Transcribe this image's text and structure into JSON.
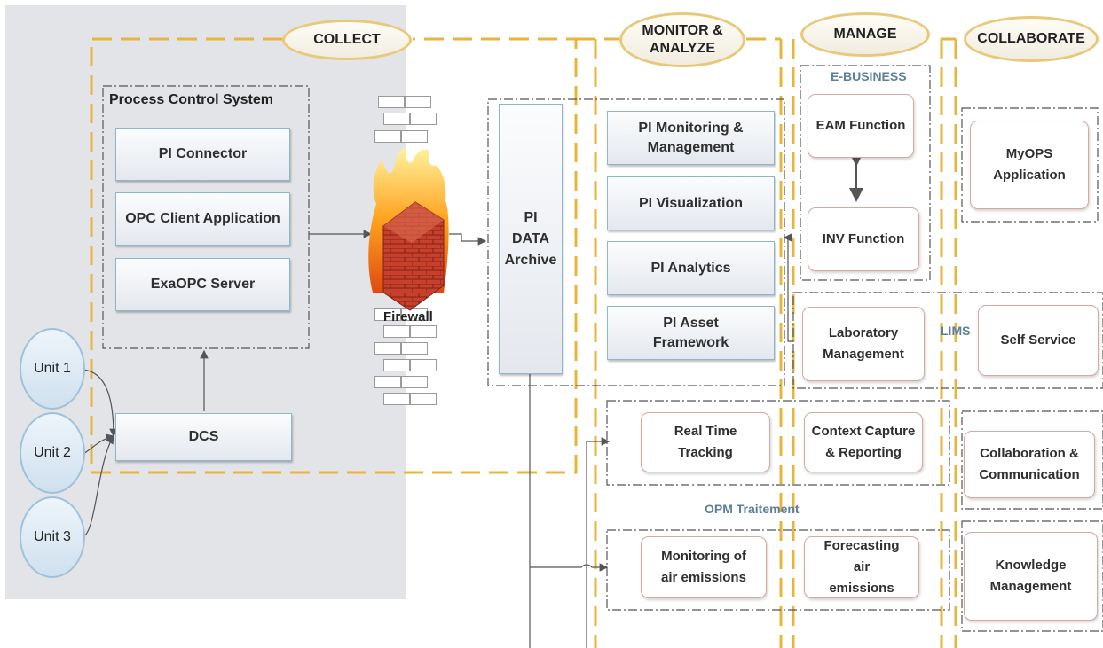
{
  "phases": {
    "collect": "COLLECT",
    "monitor": "MONITOR & ANALYZE",
    "manage": "MANAGE",
    "collaborate": "COLLABORATE"
  },
  "collect": {
    "process_control_system": "Process Control System",
    "pi_connector": "PI Connector",
    "opc_client": "OPC Client Application",
    "exaopc": "ExaOPC Server",
    "dcs": "DCS",
    "units": [
      "Unit 1",
      "Unit 2",
      "Unit 3"
    ],
    "firewall": "Firewall"
  },
  "archive": "PI DATA Archive",
  "monitor": {
    "items": [
      "PI Monitoring & Management",
      "PI Visualization",
      "PI Analytics",
      "PI Asset Framework"
    ]
  },
  "manage": {
    "ebusiness": "E-BUSINESS",
    "eam": "EAM Function",
    "inv": "INV Function",
    "lims": "LIMS",
    "lab": "Laboratory Management"
  },
  "collaborate": {
    "myops": "MyOPS Application",
    "self_service": "Self Service",
    "collab": "Collaboration & Communication",
    "knowledge": "Knowledge Management"
  },
  "opm": {
    "label": "OPM Traitement",
    "real_time": "Real Time Tracking",
    "context": "Context Capture & Reporting",
    "monitoring_air": "Monitoring of air emissions",
    "forecasting": "Forecasting air emissions"
  },
  "colors": {
    "dash_gold": "#e8b53a",
    "panel_gray": "#e3e4e7",
    "blue_border": "#8fb6cf",
    "red_border": "#d9a8a0",
    "label_blue": "#5d7f9a"
  }
}
